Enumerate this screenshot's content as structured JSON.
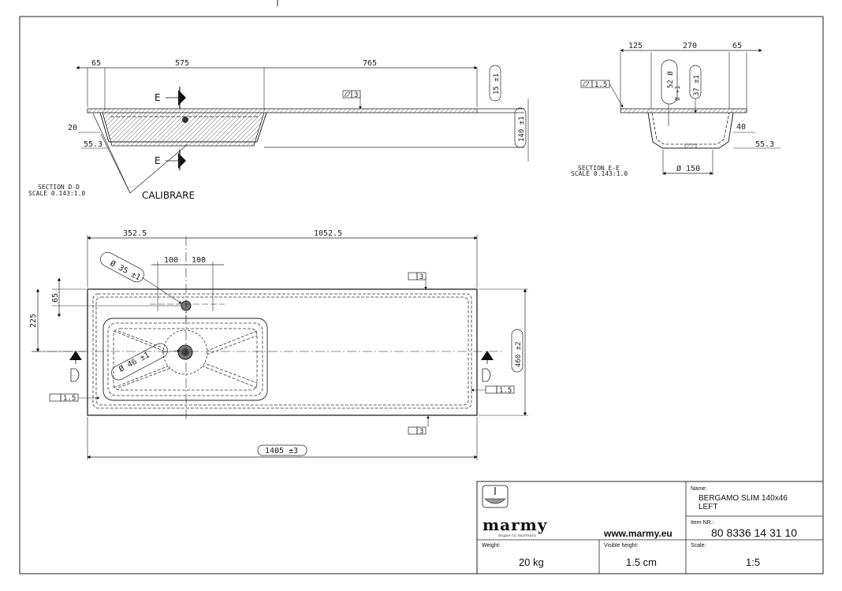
{
  "section_dd": {
    "dims": {
      "d65": "65",
      "d575": "575",
      "d765": "765",
      "d15": "15 ±1",
      "d140": "140 ±1",
      "d20": "20",
      "d55": "55.3"
    },
    "flatness": "3",
    "cut_label": "E",
    "title": "SECTION D-D",
    "scale": "SCALE 0.143:1.0",
    "callout": "CALIBRARE"
  },
  "section_ee": {
    "dims": {
      "d125": "125",
      "d270": "270",
      "d65": "65",
      "d52": "52 Ø",
      "d52b": "0 +1",
      "d37": "37 ±1",
      "d40": "40",
      "d55": "55.3",
      "d150": "Ø 150"
    },
    "flatness": "1.5",
    "title": "SECTION E-E",
    "scale": "SCALE 0.143:1.0"
  },
  "plan_view": {
    "dims": {
      "d352": "352.5",
      "d1052": "1052.5",
      "d100a": "100",
      "d100b": "100",
      "d35": "Ø 35 ±1",
      "d65": "65",
      "d225": "225",
      "d46": "Ø 46 ±1",
      "d460": "460 ±2",
      "d1405": "1405 ±3"
    },
    "flatness_top": "3",
    "flatness_bottom": "3",
    "flatness_left": "1.5",
    "flatness_right": "1.5",
    "cut_label": "D"
  },
  "title_block": {
    "logo": "marmy",
    "slogan": "bogue ca marmura",
    "website": "www.marmy.eu",
    "name_label": "Name:",
    "name_line1": "BERGAMO SLIM 140x46",
    "name_line2": "LEFT",
    "item_label": "Item NR.:",
    "item_value": "80 8336 14 31 10",
    "weight_label": "Weight:",
    "weight_value": "20 kg",
    "height_label": "Visible height:",
    "height_value": "1.5 cm",
    "scale_label": "Scale:",
    "scale_value": "1:5"
  }
}
